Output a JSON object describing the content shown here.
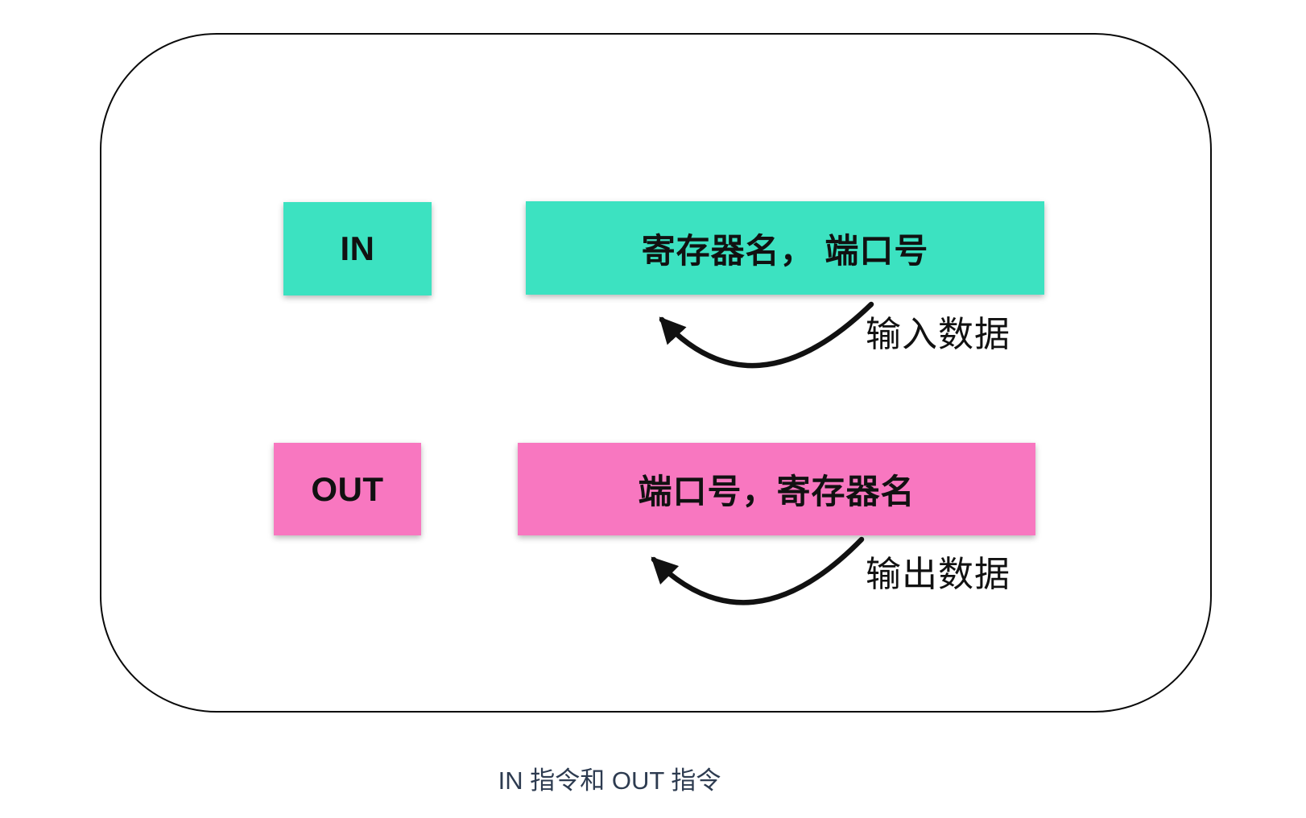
{
  "caption": "IN 指令和 OUT 指令",
  "colors": {
    "teal": "#3ce2c1",
    "pink": "#f877c0",
    "box_text": "#111111",
    "arrow": "#111111",
    "caption_text": "#2d3b50",
    "frame_border": "#0a0a0a"
  },
  "rows": [
    {
      "instruction": "IN",
      "operands": "寄存器名， 端口号",
      "arrow_label": "输入数据",
      "box_color": "#3ce2c1"
    },
    {
      "instruction": "OUT",
      "operands": "端口号，寄存器名",
      "arrow_label": "输出数据",
      "box_color": "#f877c0"
    }
  ]
}
